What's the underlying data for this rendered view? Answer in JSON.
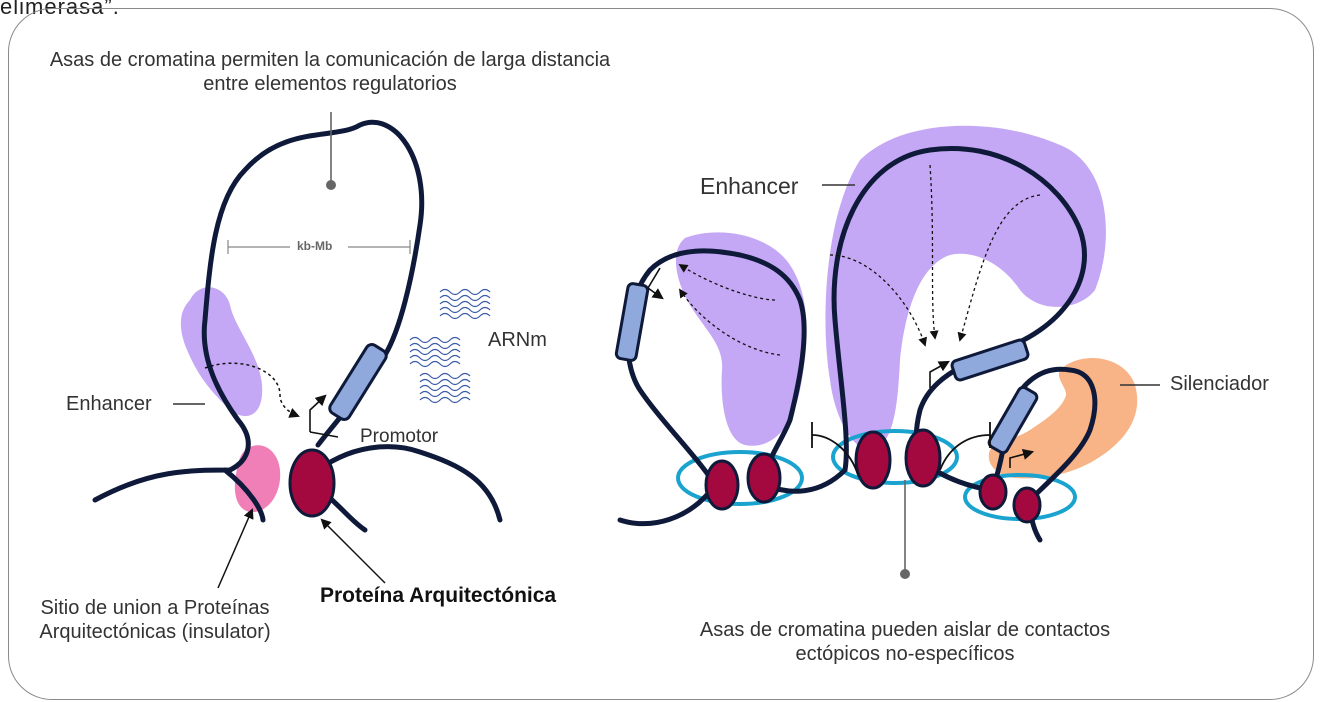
{
  "header_fragment": "elimerasa”.",
  "left_panel": {
    "loop_caption": "Asas de cromatina permiten la comunicación de larga distancia entre elementos regulatorios",
    "scale_label": "kb-Mb",
    "mrna_label": "ARNm",
    "enhancer_label": "Enhancer",
    "promoter_label": "Promotor",
    "binding_site_caption": "Sitio de union a Proteínas Arquitectónicas (insulator)",
    "architectural_protein_label": "Proteína Arquitectónica"
  },
  "right_panel": {
    "enhancer_label": "Enhancer",
    "silencer_label": "Silenciador",
    "insulation_caption": "Asas de cromatina pueden aislar de contactos ectópicos no-específicos"
  },
  "colors": {
    "chromatin": "#0f1a3a",
    "enhancer": "#c5a8f5",
    "silencer": "#f8b486",
    "insulator_site": "#f07fb8",
    "protein": "#a3083f",
    "gene": "#8fa9dc",
    "cohesin_ring": "#1aa3cf",
    "mrna": "#3b5aa8"
  }
}
